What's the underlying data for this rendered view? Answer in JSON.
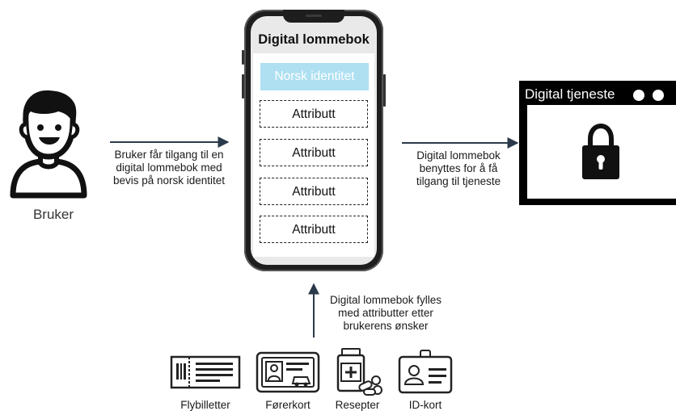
{
  "user": {
    "label": "Bruker"
  },
  "arrows": {
    "user_to_wallet": "Bruker får tilgang til en digital lommebok med bevis på norsk identitet",
    "wallet_to_service": "Digital lommebok benyttes for å få tilgang til tjeneste",
    "sources_to_wallet": "Digital lommebok fylles med attributter etter brukerens ønsker"
  },
  "wallet": {
    "title": "Digital lommebok",
    "identity_label": "Norsk identitet",
    "attributes": [
      "Attributt",
      "Attributt",
      "Attributt",
      "Attributt"
    ]
  },
  "service": {
    "title": "Digital tjeneste"
  },
  "sources": [
    {
      "label": "Flybilletter",
      "icon": "plane-ticket-icon"
    },
    {
      "label": "Førerkort",
      "icon": "drivers-license-icon"
    },
    {
      "label": "Resepter",
      "icon": "prescription-icon"
    },
    {
      "label": "ID-kort",
      "icon": "id-card-icon"
    }
  ],
  "colors": {
    "identity_fill": "#aee0f2",
    "ink": "#1a1a1a",
    "arrow": "#2b3a4a"
  }
}
